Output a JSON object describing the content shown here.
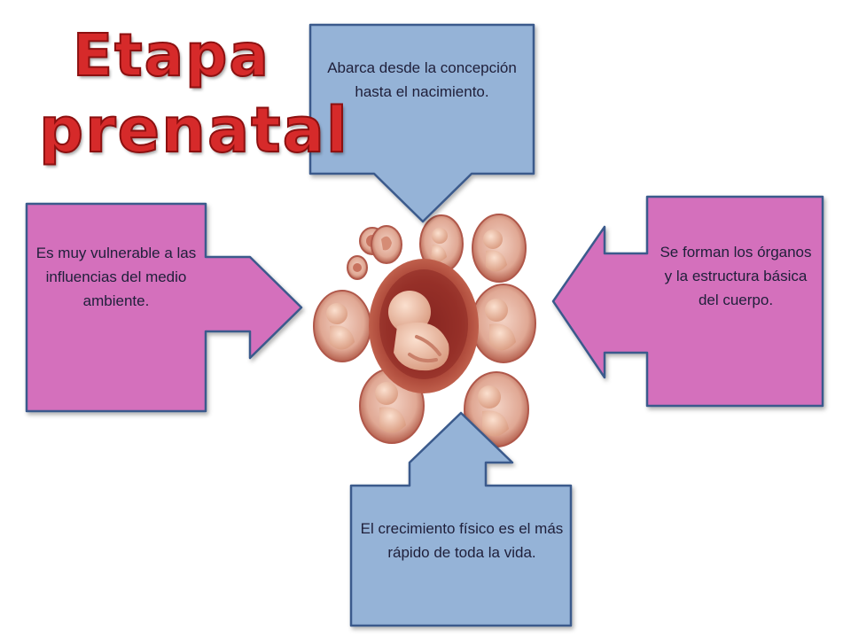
{
  "title": {
    "line1": "Etapa",
    "line2": "prenatal"
  },
  "boxes": {
    "top": "Abarca desde la concepción hasta el nacimiento.",
    "left": "Es muy vulnerable a las influencias del medio ambiente.",
    "right": "Se forman los órganos y la estructura básica del cuerpo.",
    "bottom": "El crecimiento físico es el más rápido de toda la vida."
  },
  "colors": {
    "blue_fill": "#95b3d7",
    "pink_fill": "#d46fbc",
    "outline": "#3a5a8c",
    "title_red": "#d62a2a"
  },
  "illustration": {
    "name": "fetal-development-stages"
  }
}
